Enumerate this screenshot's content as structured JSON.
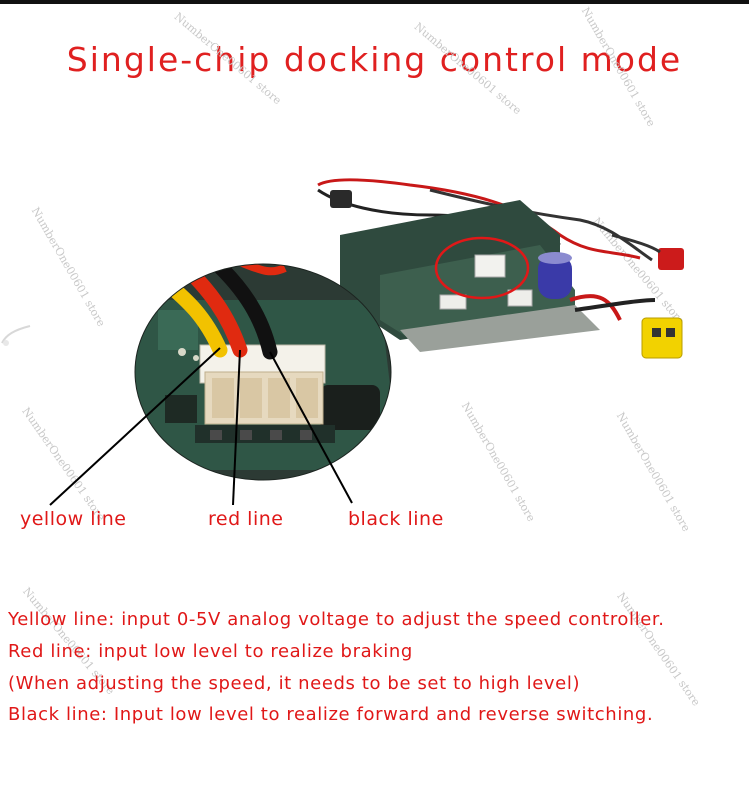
{
  "title": "Single-chip docking control mode",
  "labels": {
    "yellow": "yellow line",
    "red": "red line",
    "black": "black line"
  },
  "description": [
    "Yellow line: input 0-5V analog voltage to adjust the speed controller.",
    "Red line: input low level to realize braking",
    "(When adjusting the speed, it needs to be set to high level)",
    "Black line: Input low level to realize forward and reverse switching."
  ],
  "watermark": "NumberOne00601 store",
  "colors": {
    "text_red": "#e01818",
    "wire_yellow": "#f2c200",
    "wire_red": "#e02a10",
    "wire_black": "#111111"
  }
}
